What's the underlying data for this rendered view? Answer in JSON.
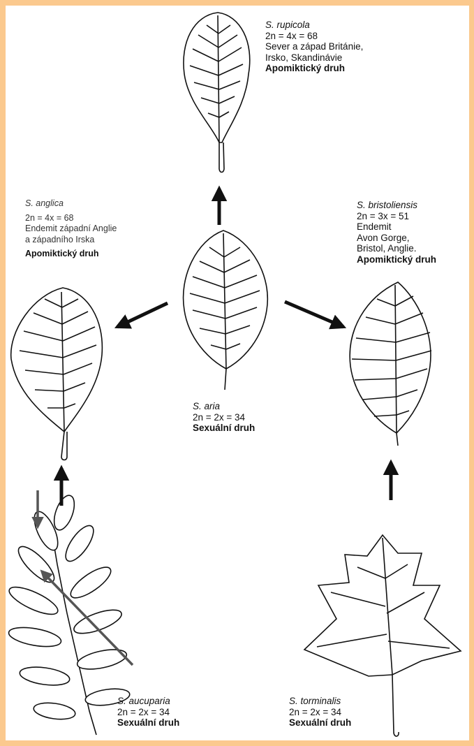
{
  "diagram": {
    "rupicola": {
      "name": "S. rupicola",
      "chromosomes": "2n = 4x = 68",
      "distribution": [
        "Sever a západ Británie,",
        "Irsko, Skandinávie"
      ],
      "type": "Apomiktický druh"
    },
    "anglica": {
      "name": "S. anglica",
      "chromosomes": "2n = 4x = 68",
      "distribution": [
        "Endemit západní Anglie",
        "a západního Irska"
      ],
      "type": "Apomiktický druh"
    },
    "bristoliensis": {
      "name": "S. bristoliensis",
      "chromosomes": "2n = 3x = 51",
      "distribution": [
        "Endemit",
        "Avon Gorge,",
        "Bristol, Anglie."
      ],
      "type": "Apomiktický druh"
    },
    "aria": {
      "name": "S. aria",
      "chromosomes": "2n = 2x = 34",
      "type": "Sexuální druh"
    },
    "aucuparia": {
      "name": "S. aucuparia",
      "chromosomes": "2n = 2x = 34",
      "type": "Sexuální druh"
    },
    "torminalis": {
      "name": "S. torminalis",
      "chromosomes": "2n = 2x = 34",
      "type": "Sexuální druh"
    },
    "colors": {
      "frame": "#fbc98e",
      "background": "#ffffff",
      "ink": "#111111",
      "pointer_arrows": "#555555"
    }
  }
}
